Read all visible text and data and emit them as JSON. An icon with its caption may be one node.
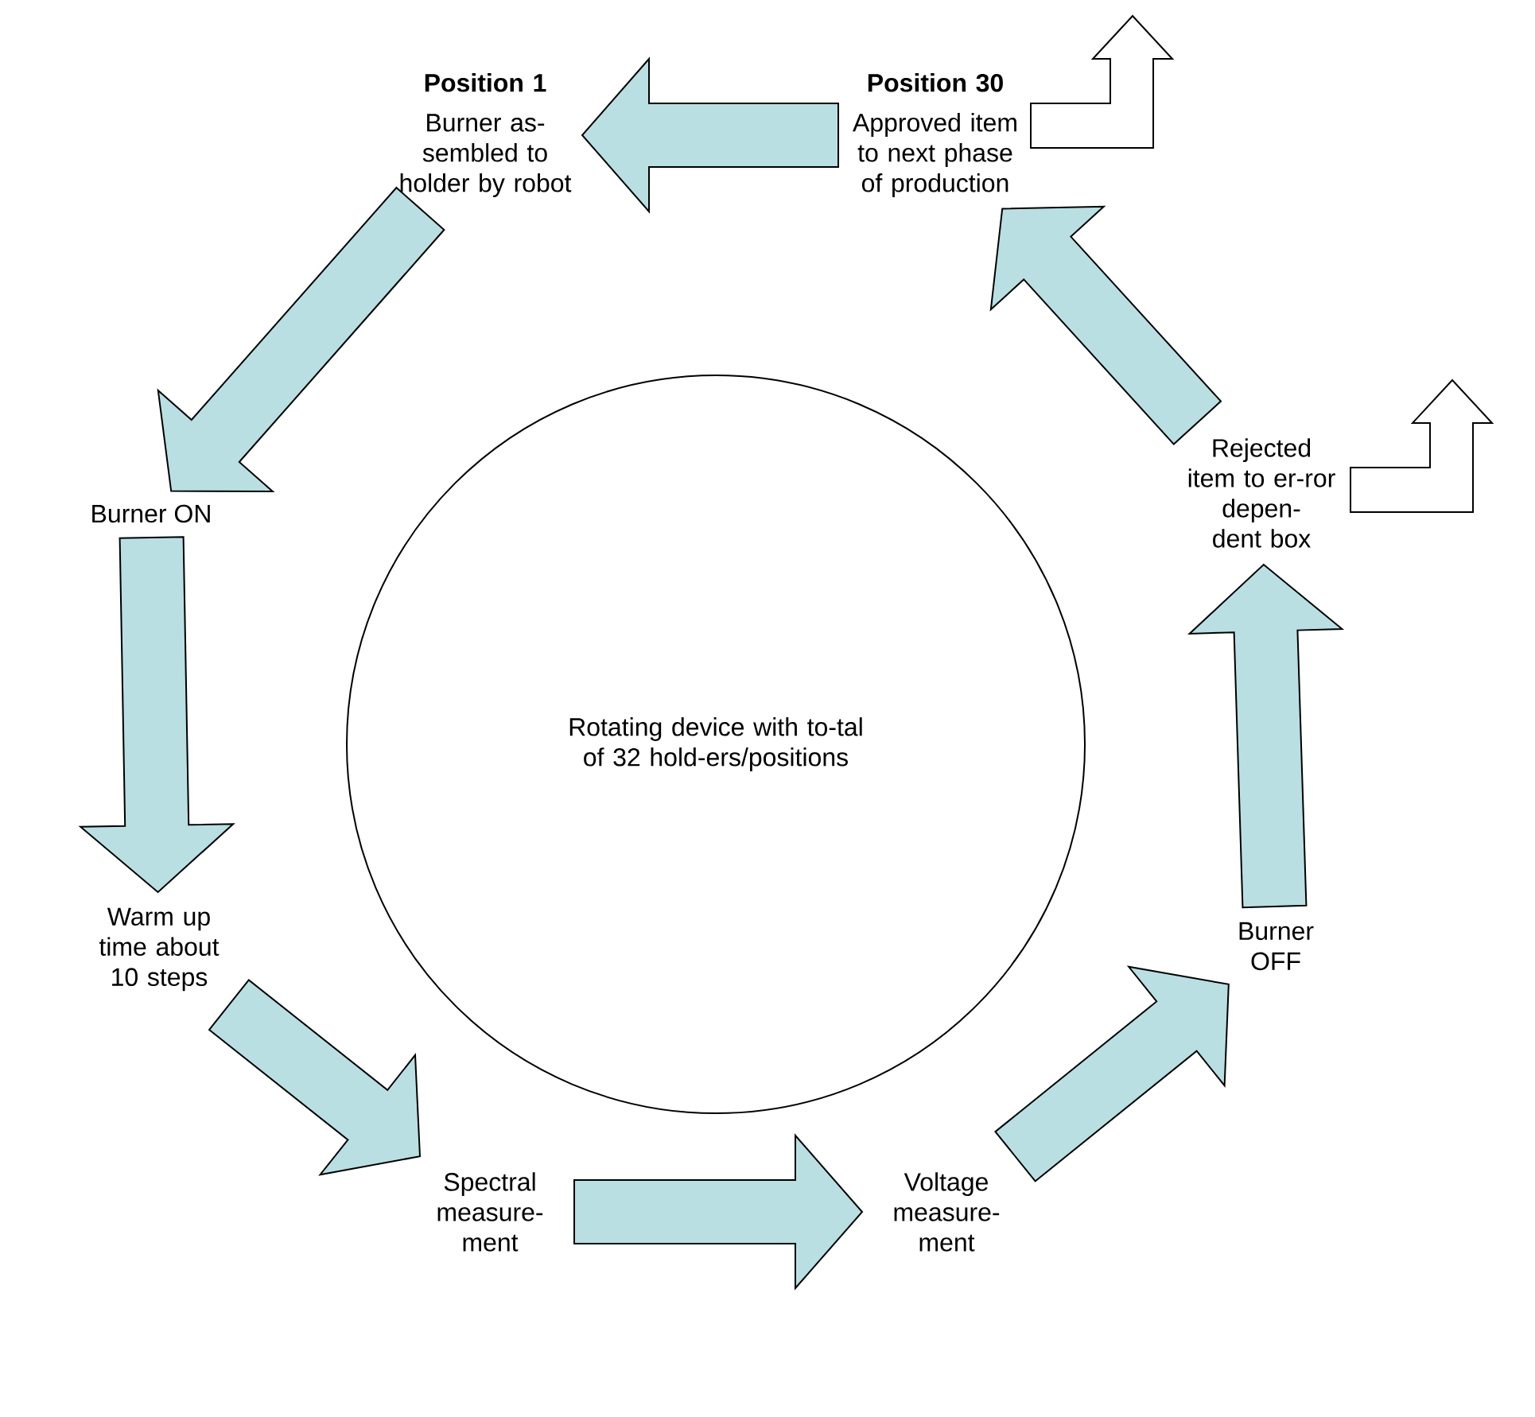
{
  "diagram": {
    "nodes": [
      {
        "text": [
          "Position 1",
          "Burner as-sembled to holder by robot"
        ]
      },
      {
        "text": [
          "Burner ON"
        ]
      },
      {
        "text": [
          "Warm up time about 10 steps"
        ]
      },
      {
        "text": [
          "Spectral measure-ment"
        ]
      },
      {
        "text": [
          "Voltage measure-ment"
        ]
      },
      {
        "text": [
          "Burner OFF"
        ]
      },
      {
        "text": [
          "Rejected item to er-ror depen-dent box"
        ]
      },
      {
        "text": [
          "Position 30",
          "Approved item to next phase of production"
        ]
      },
      {
        "text": [
          "Rotating device with to-tal of 32 hold-ers/positions"
        ]
      }
    ],
    "edges": [
      {
        "from": 7,
        "to": 0,
        "arrow": "to"
      },
      {
        "from": 0,
        "to": 1,
        "arrow": "to"
      },
      {
        "from": 1,
        "to": 2,
        "arrow": "to"
      },
      {
        "from": 2,
        "to": 3,
        "arrow": "to"
      },
      {
        "from": 3,
        "to": 4,
        "arrow": "to"
      },
      {
        "from": 4,
        "to": 5,
        "arrow": "to"
      },
      {
        "from": 5,
        "to": 6,
        "arrow": "to"
      },
      {
        "from": 6,
        "to": 7,
        "arrow": "to"
      },
      {
        "from": 7,
        "to": null,
        "arrow": "to",
        "color": "#ffffff"
      },
      {
        "from": 6,
        "to": null,
        "arrow": "to",
        "color": "#ffffff"
      }
    ]
  }
}
